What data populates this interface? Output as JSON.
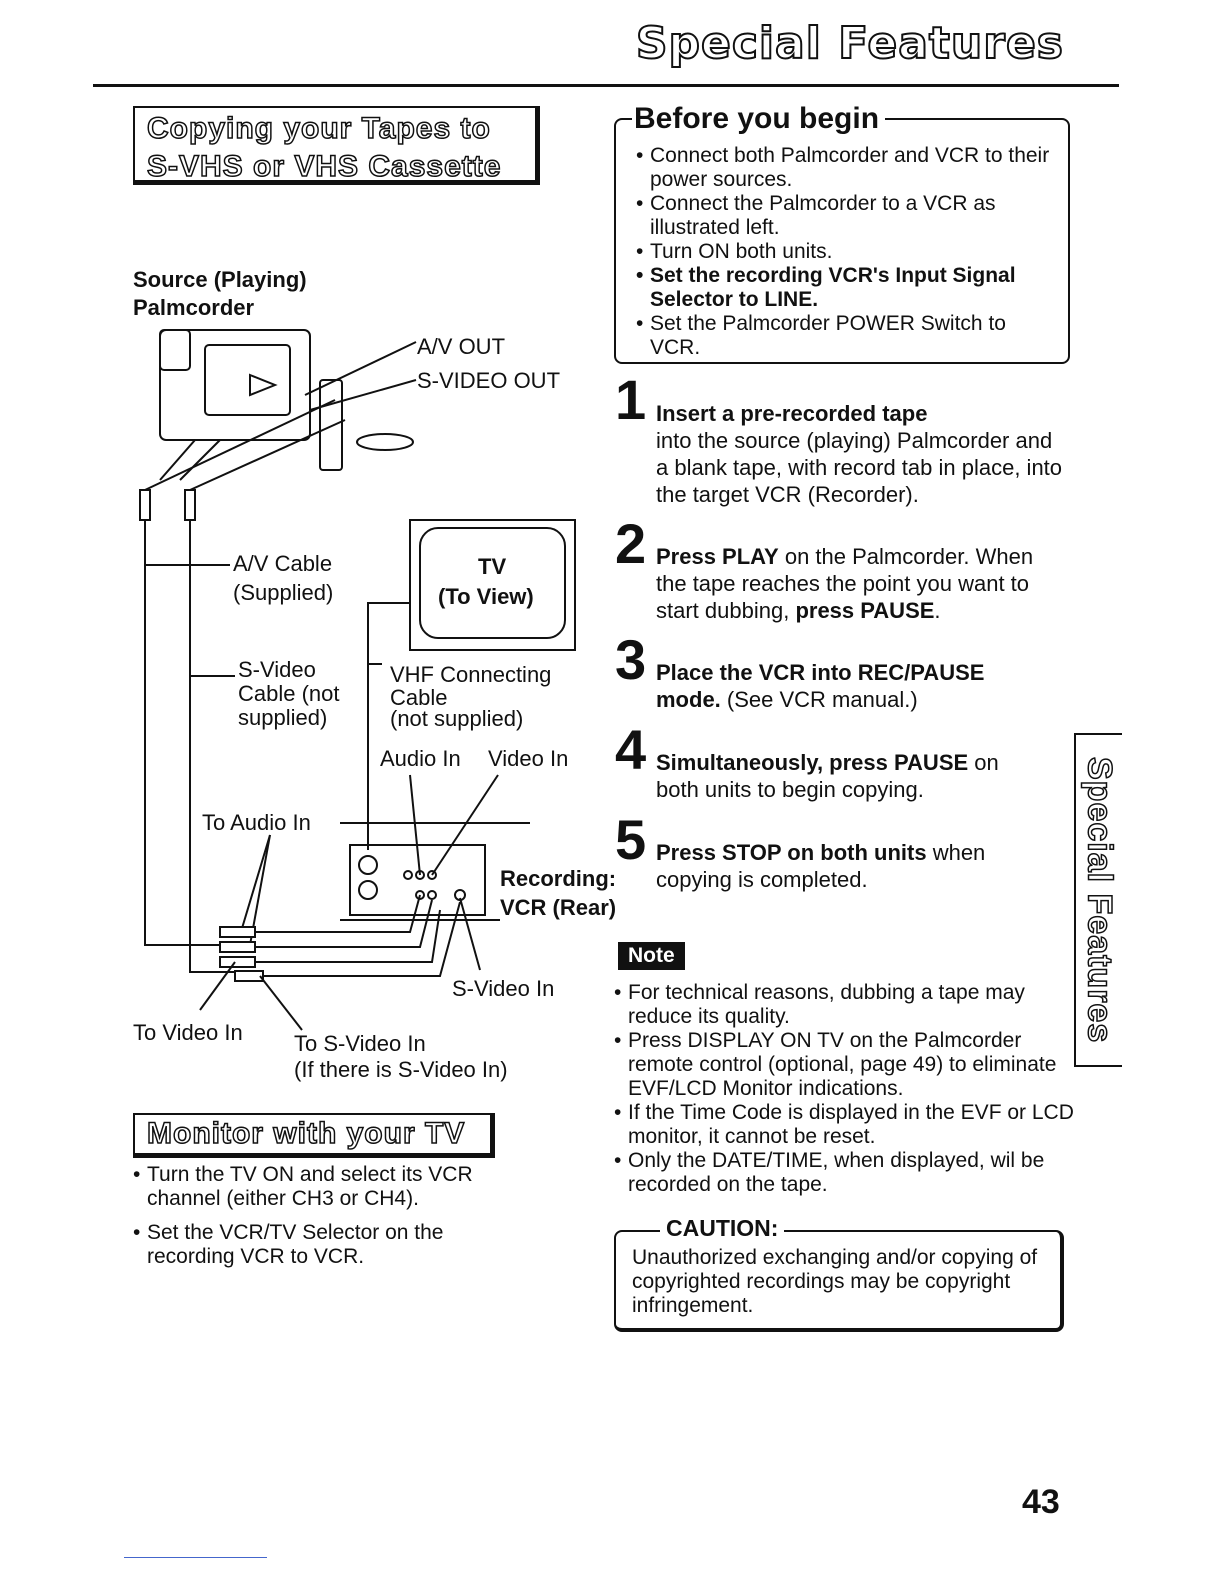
{
  "header": {
    "title": "Special Features"
  },
  "left": {
    "copy_title": {
      "line1": "Copying your Tapes to",
      "line2": "S-VHS or VHS Cassette"
    },
    "source_label": {
      "line1": "Source (Playing)",
      "line2": "Palmcorder"
    },
    "labels": {
      "av_out": "A/V OUT",
      "svideo_out": "S-VIDEO OUT",
      "av_cable_1": "A/V Cable",
      "av_cable_2": "(Supplied)",
      "tv_1": "TV",
      "tv_2": "(To View)",
      "svideo_cable_1": "S-Video",
      "svideo_cable_2": "Cable (not",
      "svideo_cable_3": "supplied)",
      "vhf_1": "VHF Connecting",
      "vhf_2": "Cable",
      "vhf_3": "(not supplied)",
      "audio_in": "Audio In",
      "video_in": "Video In",
      "to_audio_in": "To Audio In",
      "recording_1": "Recording:",
      "recording_2": "VCR (Rear)",
      "svideo_in": "S-Video In",
      "to_video_in": "To Video In",
      "to_svideo_in": "To S-Video In",
      "if_svideo": "(If there is S-Video In)"
    },
    "monitor_title": "Monitor with your TV",
    "monitor_bullets": [
      "Turn the TV ON and select its VCR channel (either CH3 or CH4).",
      "Set the VCR/TV Selector on the recording VCR to VCR."
    ]
  },
  "right": {
    "before_title": "Before you begin",
    "before_bullets": [
      {
        "text": "Connect both Palmcorder and VCR to their power sources.",
        "bold": false
      },
      {
        "text": "Connect the Palmcorder to a VCR as illustrated left.",
        "bold": false
      },
      {
        "text": "Turn ON both units.",
        "bold": false
      },
      {
        "text": "Set the recording VCR's Input Signal Selector to LINE.",
        "bold": true
      },
      {
        "text": "Set the Palmcorder POWER Switch to VCR.",
        "bold": false
      }
    ],
    "steps": [
      {
        "num": "1",
        "bold": "Insert a pre-recorded tape",
        "rest": "into the source (playing) Palmcorder and a blank tape, with record tab in place, into the target VCR (Recorder)."
      },
      {
        "num": "2",
        "bold1": "Press PLAY",
        "mid": " on the Palmcorder. When the tape reaches the point you want to start dubbing, ",
        "bold2": "press PAUSE",
        "end": "."
      },
      {
        "num": "3",
        "bold": "Place the VCR into REC/PAUSE mode.",
        "rest": " (See VCR manual.)"
      },
      {
        "num": "4",
        "bold": "Simultaneously, press PAUSE",
        "rest": " on both units to begin copying."
      },
      {
        "num": "5",
        "bold": "Press STOP on both units",
        "rest": " when copying is completed."
      }
    ],
    "note_label": "Note",
    "note_bullets": [
      "For technical reasons, dubbing a tape may reduce its quality.",
      "Press DISPLAY ON TV on the Palmcorder remote control (optional, page 49) to eliminate EVF/LCD Monitor indications.",
      "If the Time Code is displayed in the EVF or LCD monitor, it cannot be reset.",
      "Only the DATE/TIME, when displayed, wil be recorded on the tape."
    ],
    "caution_title": "CAUTION:",
    "caution_text": "Unauthorized exchanging and/or copying of copyrighted recordings may be copyright infringement."
  },
  "side_tab": "Special Features",
  "page_number": "43"
}
